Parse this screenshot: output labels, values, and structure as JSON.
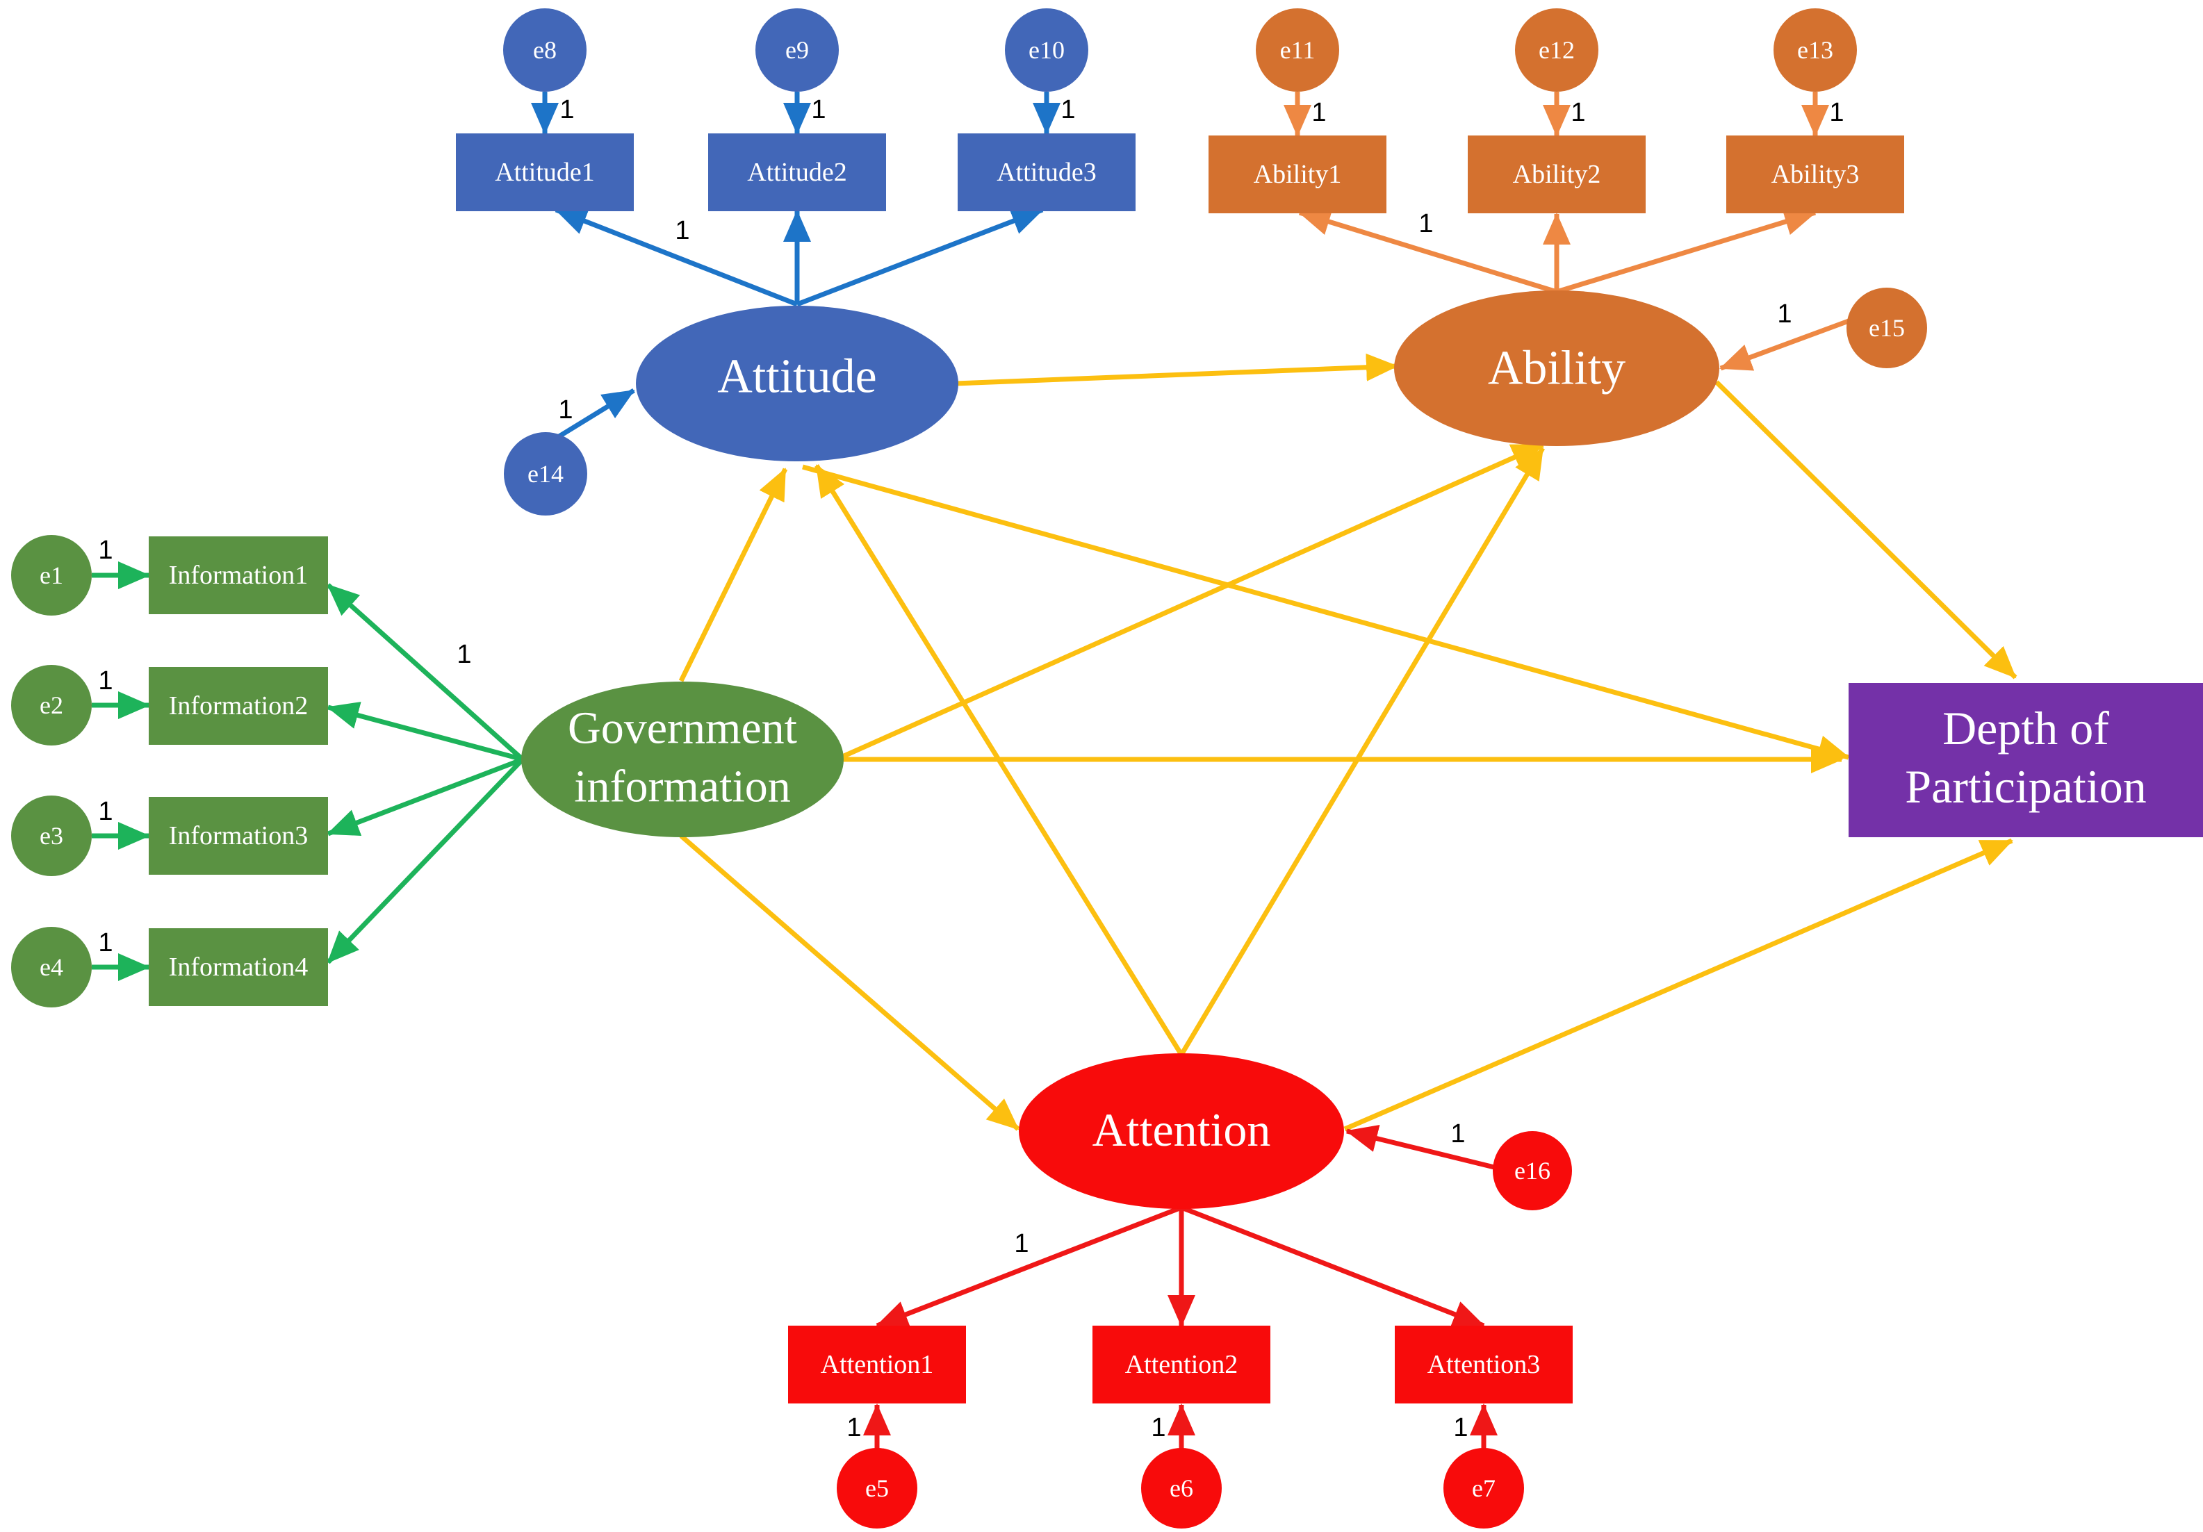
{
  "colors": {
    "blue": "#4267B8",
    "blue_arrow": "#1D74C8",
    "orange": "#D4712F",
    "orange_arrow": "#EE8843",
    "green": "#5A9242",
    "green_arrow": "#1DB35A",
    "red": "#F80B0B",
    "red_arrow": "#EF1717",
    "purple": "#7431A8",
    "yellow": "#FCBF10",
    "white": "#FFFFFF",
    "black": "#000000"
  },
  "latent": {
    "attitude": "Attitude",
    "ability": "Ability",
    "government_line1": "Government",
    "government_line2": "information",
    "attention": "Attention"
  },
  "outcome": {
    "line1": "Depth of",
    "line2": "Participation"
  },
  "indicators": {
    "attitude": [
      "Attitude1",
      "Attitude2",
      "Attitude3"
    ],
    "ability": [
      "Ability1",
      "Ability2",
      "Ability3"
    ],
    "information": [
      "Information1",
      "Information2",
      "Information3",
      "Information4"
    ],
    "attention": [
      "Attention1",
      "Attention2",
      "Attention3"
    ]
  },
  "errors": {
    "information": [
      "e1",
      "e2",
      "e3",
      "e4"
    ],
    "attention": [
      "e5",
      "e6",
      "e7"
    ],
    "attitude": [
      "e8",
      "e9",
      "e10"
    ],
    "ability": [
      "e11",
      "e12",
      "e13"
    ],
    "attitude_disturbance": "e14",
    "ability_disturbance": "e15",
    "attention_disturbance": "e16"
  },
  "path_weight": "1"
}
